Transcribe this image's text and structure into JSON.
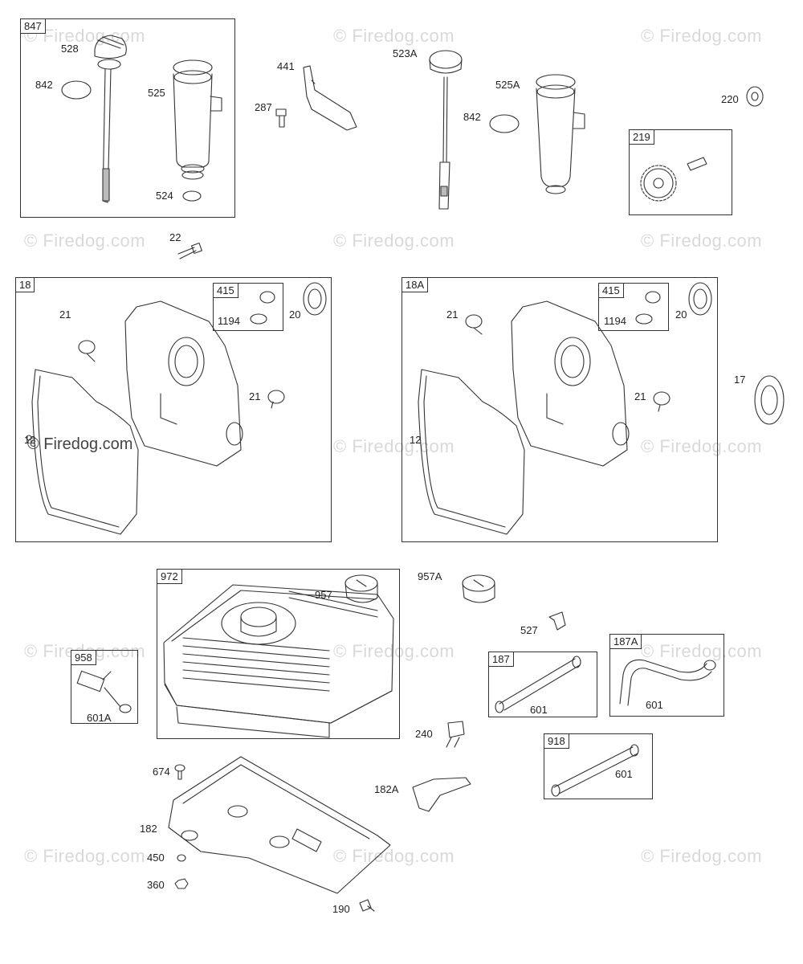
{
  "watermark": "© Firedog.com",
  "groups": {
    "g847": "847",
    "g219": "219",
    "g18": "18",
    "g18A": "18A",
    "g415a": "415",
    "g415b": "415",
    "g972": "972",
    "g958": "958",
    "g187": "187",
    "g187A": "187A",
    "g918": "918"
  },
  "parts": {
    "p528": "528",
    "p842a": "842",
    "p525": "525",
    "p524": "524",
    "p441": "441",
    "p287": "287",
    "p523A": "523A",
    "p842b": "842",
    "p525A": "525A",
    "p220": "220",
    "p22": "22",
    "p21a": "21",
    "p1194a": "1194",
    "p20a": "20",
    "p21b": "21",
    "p12a": "12",
    "p21c": "21",
    "p1194b": "1194",
    "p20b": "20",
    "p21d": "21",
    "p12b": "12",
    "p17": "17",
    "p957": "957",
    "p957A": "957A",
    "p527": "527",
    "p601A": "601A",
    "p601a": "601",
    "p601b": "601",
    "p601c": "601",
    "p240": "240",
    "p674": "674",
    "p182A": "182A",
    "p182": "182",
    "p450": "450",
    "p360": "360",
    "p190": "190"
  }
}
